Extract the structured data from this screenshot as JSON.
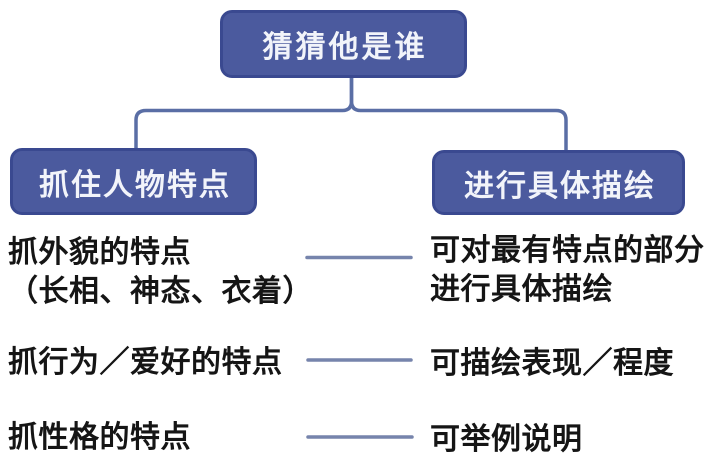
{
  "diagram": {
    "root_label": "猜猜他是谁",
    "branch_left_label": "抓住人物特点",
    "branch_right_label": "进行具体描绘",
    "left_items": [
      {
        "lines": [
          "抓外貌的特点",
          "（长相、神态、衣着）"
        ]
      },
      {
        "lines": [
          "抓行为／爱好的特点"
        ]
      },
      {
        "lines": [
          "抓性格的特点"
        ]
      }
    ],
    "right_items": [
      {
        "lines": [
          "可对最有特点的部分",
          "进行具体描绘"
        ]
      },
      {
        "lines": [
          "可描绘表现／程度"
        ]
      },
      {
        "lines": [
          "可举例说明"
        ]
      }
    ]
  },
  "colors": {
    "node_fill": "#4b5a9e",
    "node_border": "#3a4990",
    "node_text": "#f2f4fa",
    "branch_connector": "#5a6ea5",
    "row_connector": "#7684ac",
    "body_text": "#151515",
    "background": "#ffffff"
  }
}
